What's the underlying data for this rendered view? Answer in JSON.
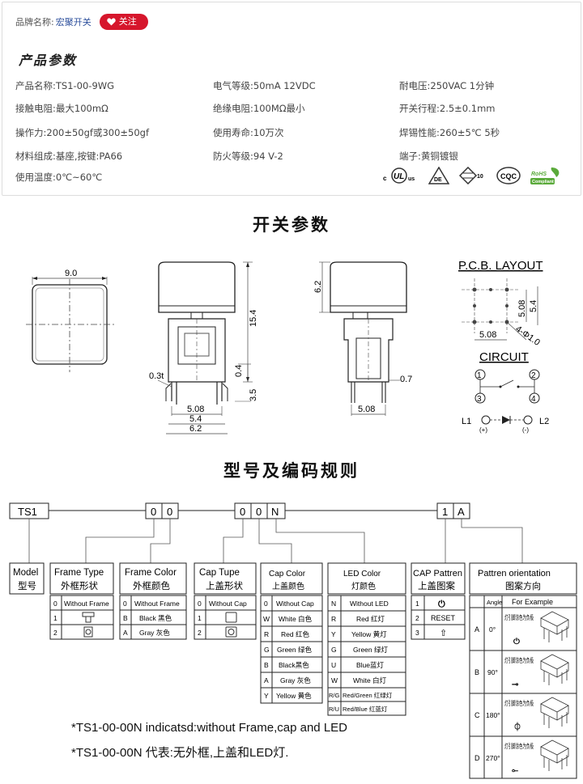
{
  "brand": {
    "label": "品牌名称:",
    "name": "宏聚开关",
    "follow_label": "关注"
  },
  "params_title": "产品参数",
  "params": [
    "产品名称:TS1-00-9WG",
    "电气等级:50mA 12VDC",
    "耐电压:250VAC 1分钟",
    "接触电阻:最大100mΩ",
    "绝缘电阻:100MΩ最小",
    "开关行程:2.5±0.1mm",
    "操作力:200±50gf或300±50gf",
    "使用寿命:10万次",
    "焊锡性能:260±5℃ 5秒",
    "材料组成:基座,按键:PA66",
    "防火等级:94 V-2",
    "端子:黄铜镀银",
    "使用温度:0℃~60℃"
  ],
  "certs": [
    "c UL us",
    "D/E",
    "10",
    "CQC",
    "RoHS Compliant"
  ],
  "switch_title": "开关参数",
  "dims": {
    "top_width": "9.0",
    "height_total": "15.4",
    "cap_height": "6.2",
    "pin_t": "0.3t",
    "d04": "0.4",
    "d35": "3.5",
    "d508": "5.08",
    "d54": "5.4",
    "d62": "6.2",
    "d07": "0.7",
    "side_508": "5.08"
  },
  "pcb": {
    "title": "P.C.B. LAYOUT",
    "d508_v": "5.08",
    "d54_v": "5.4",
    "d508_h": "5.08",
    "hole": "4-Φ1.0"
  },
  "circuit": {
    "title": "CIRCUIT",
    "p1": "1",
    "p2": "2",
    "p3": "3",
    "p4": "4",
    "l1": "L1",
    "l2": "L2",
    "plus": "(+)",
    "minus": "(-)"
  },
  "code_title": "型号及编码规则",
  "code_boxes": [
    "TS1",
    "0",
    "0",
    "0",
    "0",
    "N",
    "1",
    "A"
  ],
  "tables": {
    "model": {
      "en": "Model",
      "cn": "型号"
    },
    "frame_type": {
      "en": "Frame Type",
      "cn": "外框形状",
      "rows": [
        [
          "0",
          "Without Frame"
        ],
        [
          "1",
          ""
        ],
        [
          "2",
          ""
        ]
      ]
    },
    "frame_color": {
      "en": "Frame Color",
      "cn": "外框颜色",
      "rows": [
        [
          "0",
          "Without Frame"
        ],
        [
          "B",
          "Black 黑色"
        ],
        [
          "A",
          "Gray 灰色"
        ]
      ]
    },
    "cap_type": {
      "en": "Cap Tupe",
      "cn": "上盖形状",
      "rows": [
        [
          "0",
          "Without Cap"
        ],
        [
          "1",
          ""
        ],
        [
          "2",
          ""
        ]
      ]
    },
    "cap_color": {
      "en": "Cap Color",
      "cn": "上盖颜色",
      "rows": [
        [
          "0",
          "Without Cap"
        ],
        [
          "W",
          "White 白色"
        ],
        [
          "R",
          "Red 红色"
        ],
        [
          "G",
          "Green 绿色"
        ],
        [
          "B",
          "Black黑色"
        ],
        [
          "A",
          "Gray 灰色"
        ],
        [
          "Y",
          "Yellow 黄色"
        ]
      ]
    },
    "led_color": {
      "en": "LED Color",
      "cn": "灯颜色",
      "rows": [
        [
          "N",
          "Without LED"
        ],
        [
          "R",
          "Red 红灯"
        ],
        [
          "Y",
          "Yellow 黄灯"
        ],
        [
          "G",
          "Green 绿灯"
        ],
        [
          "U",
          "Blue蓝灯"
        ],
        [
          "W",
          "White 白灯"
        ],
        [
          "R/G",
          "Red/Green 红绿灯"
        ],
        [
          "R/U",
          "Red/Blue 红蓝灯"
        ]
      ]
    },
    "cap_pattern": {
      "en": "CAP Pattren",
      "cn": "上盖图案",
      "rows": [
        [
          "1",
          "⏻"
        ],
        [
          "2",
          "RESET"
        ],
        [
          "3",
          "⇧"
        ]
      ]
    },
    "orientation": {
      "en": "Pattren orientation",
      "cn": "图案方向",
      "head_angle": "Angle",
      "head_example": "For Example",
      "pin_note": "灯引脚涂色为负极",
      "rows": [
        [
          "A",
          "0°"
        ],
        [
          "B",
          "90°"
        ],
        [
          "C",
          "180°"
        ],
        [
          "D",
          "270°"
        ]
      ]
    }
  },
  "notes": [
    "*TS1-00-00N indicatsd:without Frame,cap and LED",
    "*TS1-00-00N 代表:无外框,上盖和LED灯."
  ]
}
